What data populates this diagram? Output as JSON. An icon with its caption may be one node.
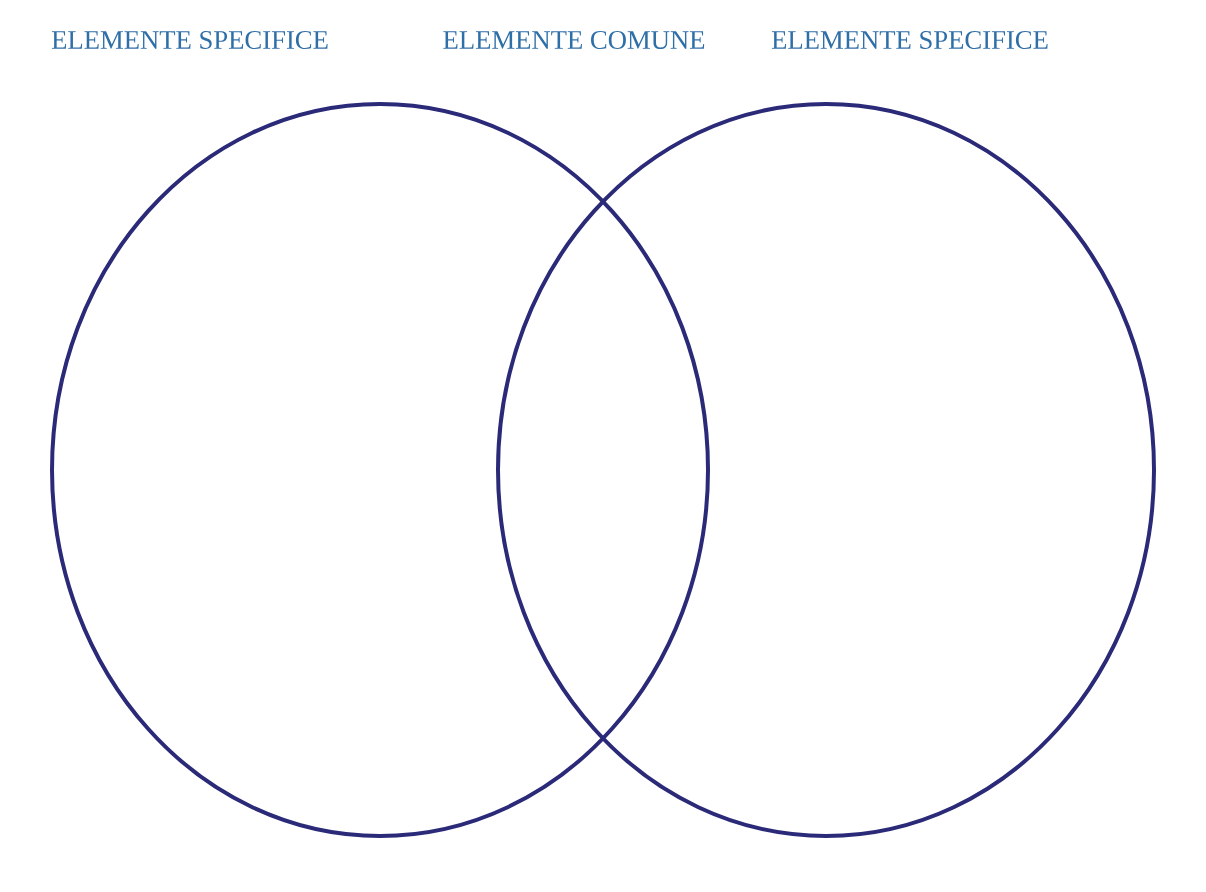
{
  "diagram": {
    "nodes": [
      {
        "text": [],
        "shape": "circle"
      },
      {
        "text": [],
        "shape": "circle"
      }
    ],
    "labels": [
      "ELEMENTE SPECIFICE",
      "ELEMENTE COMUNE",
      "ELEMENTE SPECIFICE"
    ]
  }
}
